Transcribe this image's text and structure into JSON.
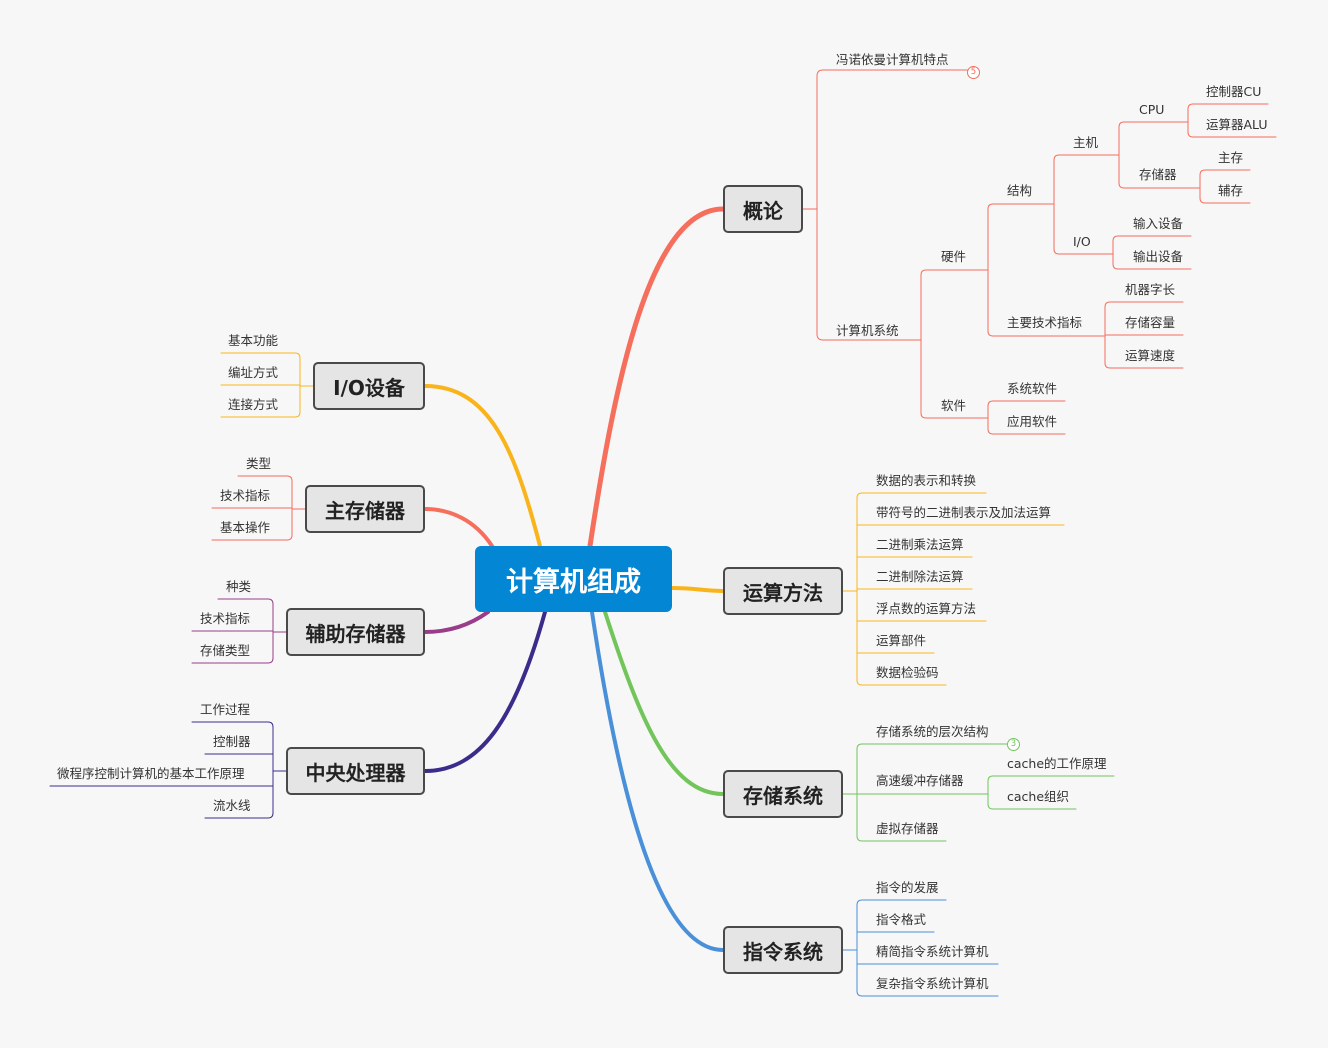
{
  "root": {
    "label": "计算机组成",
    "color": "#0386d4"
  },
  "branches": {
    "gailun": {
      "label": "概论",
      "color": "#f66e5c",
      "von_neumann": {
        "label": "冯诺依曼计算机特点",
        "badge": "5"
      },
      "system": {
        "label": "计算机系统",
        "hardware": {
          "label": "硬件",
          "structure": {
            "label": "结构",
            "host": {
              "label": "主机",
              "cpu": {
                "label": "CPU",
                "cu": "控制器CU",
                "alu": "运算器ALU"
              },
              "memory": {
                "label": "存储器",
                "main": "主存",
                "aux": "辅存"
              }
            },
            "io": {
              "label": "I/O",
              "input": "输入设备",
              "output": "输出设备"
            }
          },
          "metrics": {
            "label": "主要技术指标",
            "word": "机器字长",
            "capacity": "存储容量",
            "speed": "运算速度"
          }
        },
        "software": {
          "label": "软件",
          "system": "系统软件",
          "app": "应用软件"
        }
      }
    },
    "arith": {
      "label": "运算方法",
      "color": "#f9b41c",
      "items": [
        "数据的表示和转换",
        "带符号的二进制表示及加法运算",
        "二进制乘法运算",
        "二进制除法运算",
        "浮点数的运算方法",
        "运算部件",
        "数据检验码"
      ]
    },
    "storage": {
      "label": "存储系统",
      "color": "#72c55b",
      "hierarchy": {
        "label": "存储系统的层次结构",
        "badge": "3"
      },
      "cache": {
        "label": "高速缓冲存储器",
        "principle": "cache的工作原理",
        "org": "cache组织"
      },
      "virtual": "虚拟存储器"
    },
    "isa": {
      "label": "指令系统",
      "color": "#4a90d9",
      "items": [
        "指令的发展",
        "指令格式",
        "精简指令系统计算机",
        "复杂指令系统计算机"
      ]
    },
    "io": {
      "label": "I/O设备",
      "color": "#f9b41c",
      "items": [
        "基本功能",
        "编址方式",
        "连接方式"
      ]
    },
    "mainmem": {
      "label": "主存储器",
      "color": "#f66e5c",
      "items": [
        "类型",
        "技术指标",
        "基本操作"
      ]
    },
    "auxmem": {
      "label": "辅助存储器",
      "color": "#9b3c8a",
      "items": [
        "种类",
        "技术指标",
        "存储类型"
      ]
    },
    "cpu": {
      "label": "中央处理器",
      "color": "#3b2c8c",
      "items": [
        "工作过程",
        "控制器",
        "微程序控制计算机的基本工作原理",
        "流水线"
      ]
    }
  }
}
